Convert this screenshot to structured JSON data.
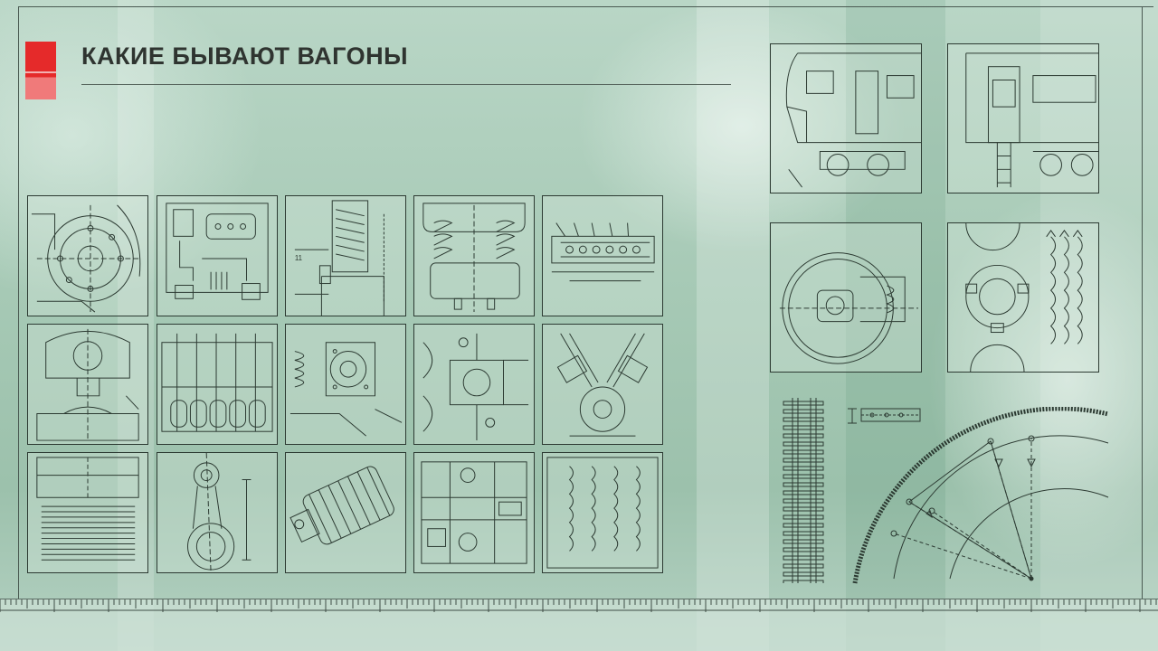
{
  "slide": {
    "title": "КАКИЕ БЫВАЮТ ВАГОНЫ",
    "accent_color": "#e52a2a",
    "line_color": "#2c3a32"
  },
  "drawings": [
    {
      "name": "gear-housing-drawing"
    },
    {
      "name": "electrical-panel-drawing"
    },
    {
      "name": "spring-valve-drawing"
    },
    {
      "name": "spring-suspension-drawing"
    },
    {
      "name": "injector-drawing"
    },
    {
      "name": "bearing-cover-drawing"
    },
    {
      "name": "cylinder-block-drawing"
    },
    {
      "name": "bogie-frame-drawing"
    },
    {
      "name": "brake-caliper-drawing"
    },
    {
      "name": "v-engine-drawing"
    },
    {
      "name": "piston-assembly-drawing"
    },
    {
      "name": "connecting-rod-drawing"
    },
    {
      "name": "coil-spring-drawing"
    },
    {
      "name": "gearbox-drawing"
    },
    {
      "name": "radiator-drawing"
    },
    {
      "name": "locomotive-front-drawing"
    },
    {
      "name": "locomotive-side-drawing"
    },
    {
      "name": "wheelset-drawing"
    },
    {
      "name": "seal-parts-drawing"
    },
    {
      "name": "rail-track-drawing"
    },
    {
      "name": "curve-geometry-drawing"
    }
  ]
}
